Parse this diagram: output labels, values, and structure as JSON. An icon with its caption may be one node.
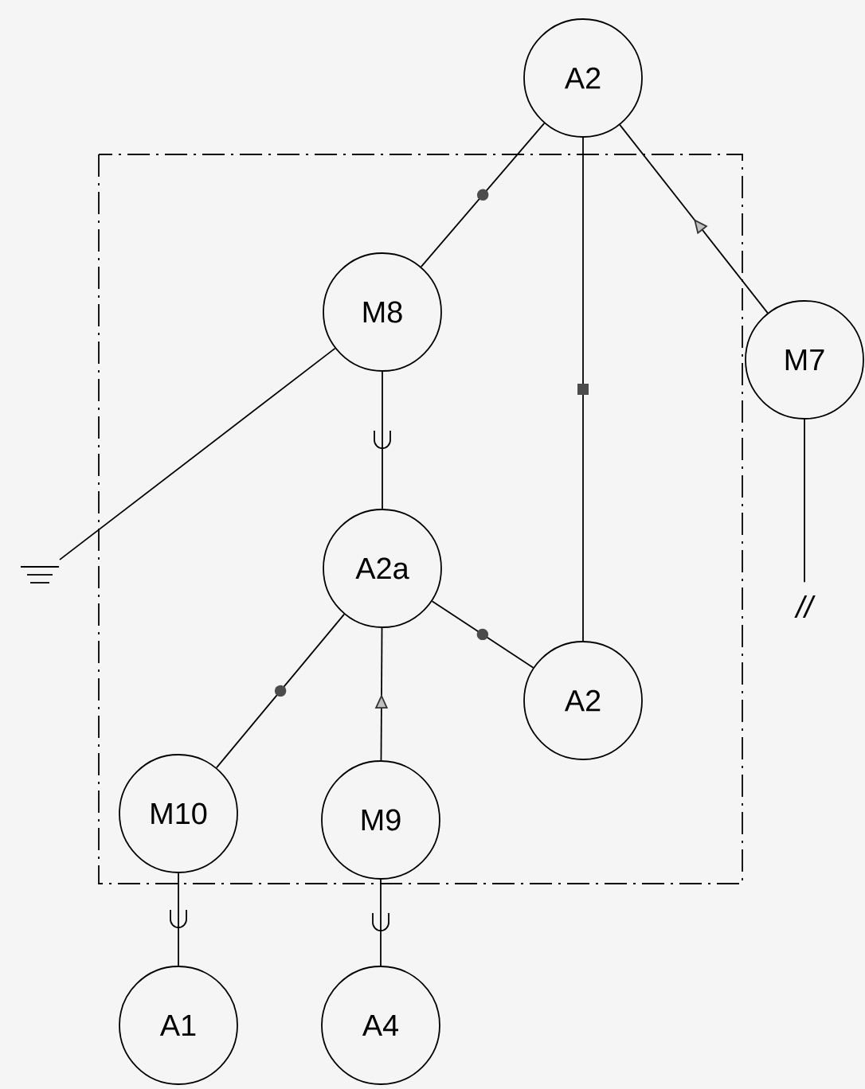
{
  "diagram": {
    "nodes": [
      {
        "text": [
          "A2"
        ]
      },
      {
        "text": [
          "M8"
        ]
      },
      {
        "text": [
          "M7"
        ]
      },
      {
        "text": [
          "A2a"
        ]
      },
      {
        "text": [
          "//"
        ]
      },
      {
        "text": [],
        "shape": "ground"
      },
      {
        "text": [
          "A2"
        ]
      },
      {
        "text": [
          "M10"
        ]
      },
      {
        "text": [
          "M9"
        ]
      },
      {
        "text": [
          "A1"
        ]
      },
      {
        "text": [
          "A4"
        ]
      }
    ],
    "edges": [
      {
        "from": 0,
        "to": 1,
        "arrow": "none"
      },
      {
        "from": 0,
        "to": 6,
        "arrow": "none"
      },
      {
        "from": 2,
        "to": 0,
        "arrow": "to"
      },
      {
        "from": 1,
        "to": 5,
        "arrow": "none"
      },
      {
        "from": 1,
        "to": 3,
        "arrow": "none"
      },
      {
        "from": 2,
        "to": 4,
        "arrow": "none"
      },
      {
        "from": 3,
        "to": 6,
        "arrow": "none"
      },
      {
        "from": 3,
        "to": 7,
        "arrow": "none"
      },
      {
        "from": 8,
        "to": 3,
        "arrow": "to"
      },
      {
        "from": 7,
        "to": 9,
        "arrow": "none"
      },
      {
        "from": 8,
        "to": 10,
        "arrow": "none"
      }
    ]
  }
}
